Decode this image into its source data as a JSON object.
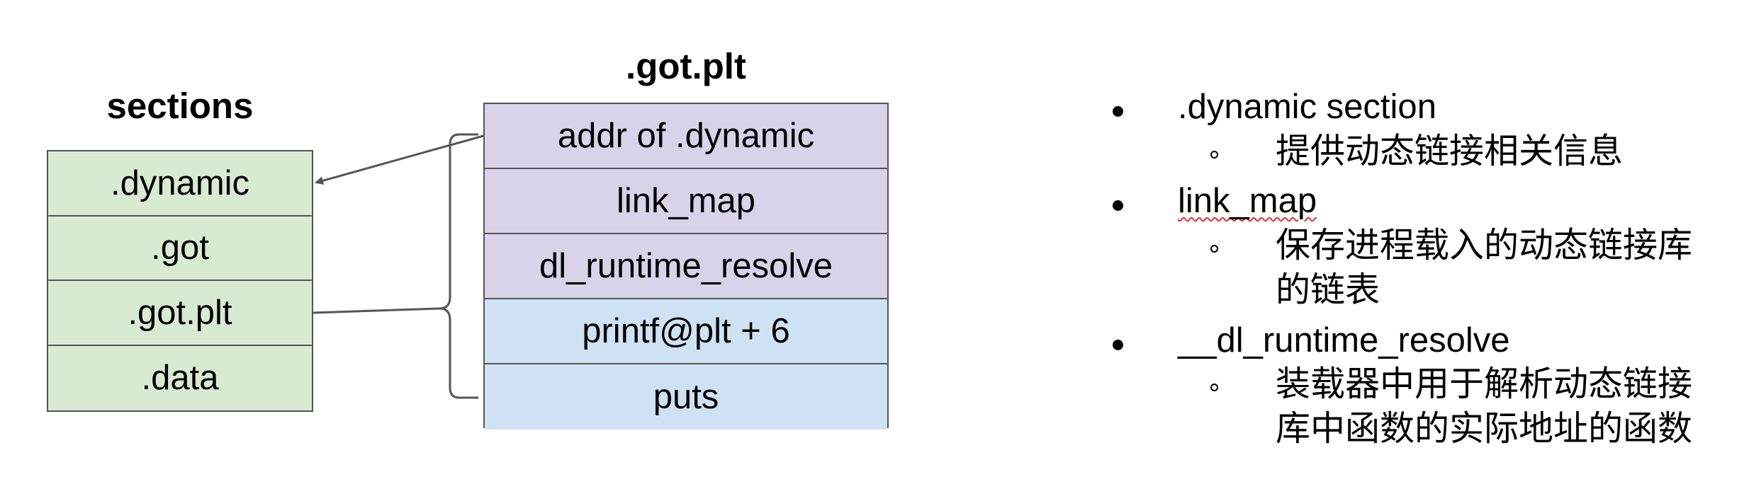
{
  "sections": {
    "title": "sections",
    "items": [
      ".dynamic",
      ".got",
      ".got.plt",
      ".data"
    ],
    "fill": "#d9ead3"
  },
  "got_plt": {
    "title": ".got.plt",
    "items": [
      "addr of .dynamic",
      "link_map",
      "dl_runtime_resolve",
      "printf@plt + 6",
      "puts"
    ],
    "fills": [
      "#d9d2e9",
      "#d9d2e9",
      "#d9d2e9",
      "#cfe2f3",
      "#cfe2f3"
    ]
  },
  "notes": [
    {
      "term": ".dynamic section",
      "detail": [
        "提供动态链接相关信息"
      ]
    },
    {
      "term": "link_map",
      "detail": [
        "保存进程载入的动态链接库",
        "的链表"
      ]
    },
    {
      "term": "__dl_runtime_resolve",
      "detail": [
        "装载器中用于解析动态链接",
        "库中函数的实际地址的函数"
      ]
    }
  ],
  "colors": {
    "connector": "#555555",
    "border": "#555555"
  }
}
